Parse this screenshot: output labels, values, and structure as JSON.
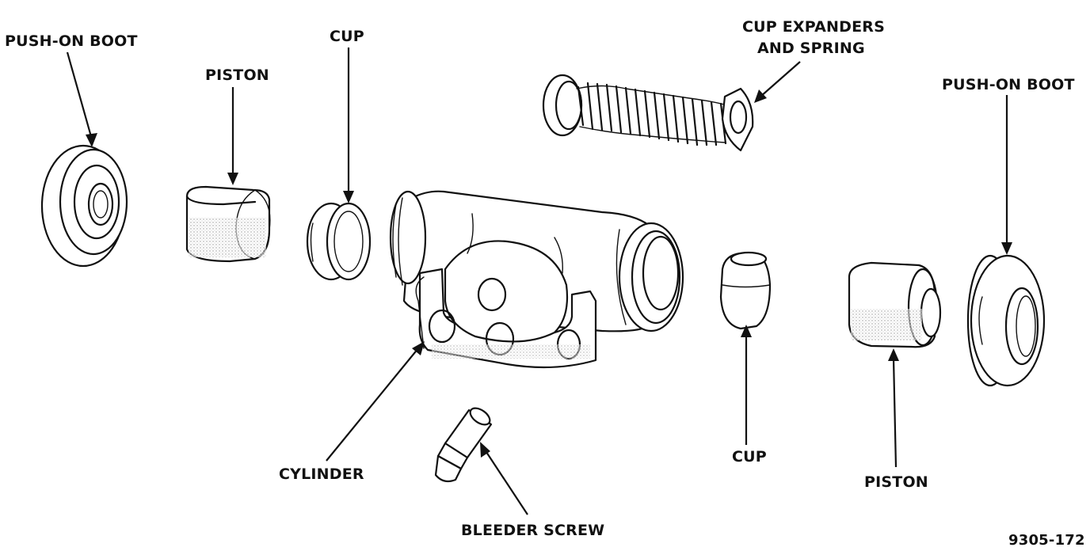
{
  "labels": {
    "push_on_boot_left": "PUSH-ON BOOT",
    "piston_left": "PISTON",
    "cup_left": "CUP",
    "cup_expanders_line1": "CUP EXPANDERS",
    "cup_expanders_line2": "AND SPRING",
    "push_on_boot_right": "PUSH-ON BOOT",
    "cylinder": "CYLINDER",
    "bleeder_screw": "BLEEDER SCREW",
    "cup_right": "CUP",
    "piston_right": "PISTON"
  },
  "figure_number": "9305-172"
}
